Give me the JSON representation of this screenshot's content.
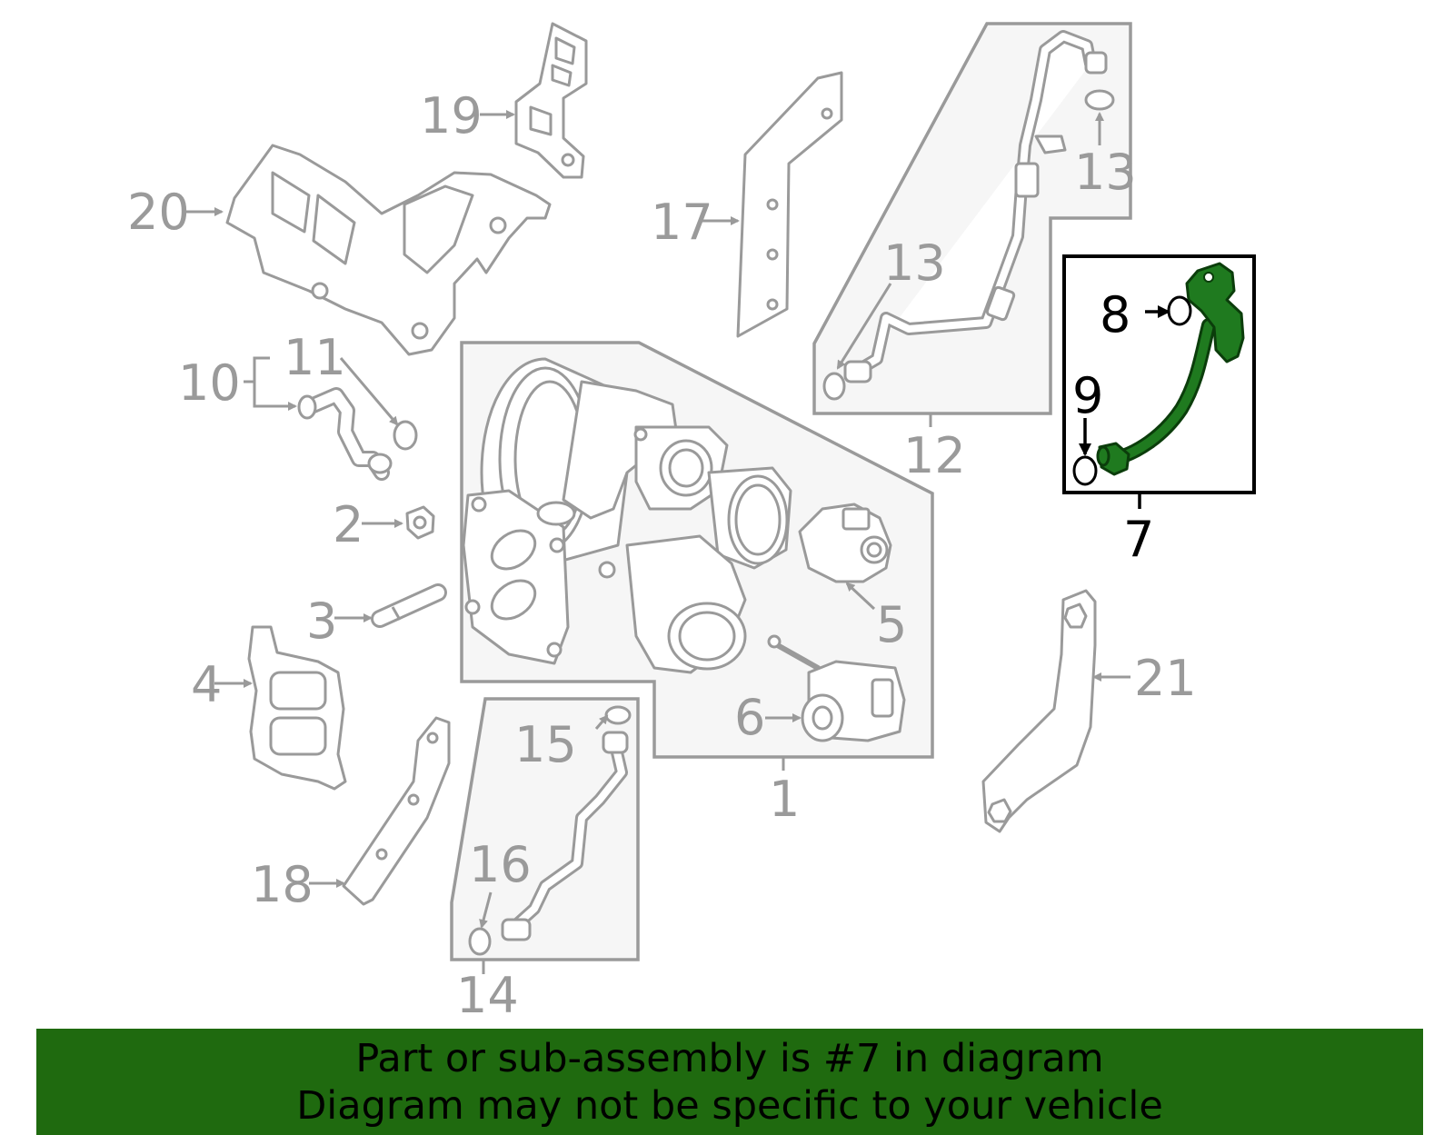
{
  "banner": {
    "line1": "Part or sub-assembly is #7 in diagram",
    "line2": "Diagram may not be specific to your vehicle"
  },
  "callouts": {
    "c1": "1",
    "c2": "2",
    "c3": "3",
    "c4": "4",
    "c5": "5",
    "c6": "6",
    "c7": "7",
    "c8": "8",
    "c9": "9",
    "c10": "10",
    "c11": "11",
    "c12": "12",
    "c13a": "13",
    "c13b": "13",
    "c14": "14",
    "c15": "15",
    "c16": "16",
    "c17": "17",
    "c18": "18",
    "c19": "19",
    "c20": "20",
    "c21": "21"
  },
  "highlighted_part": "7",
  "colors": {
    "highlight": "#1f7a1f",
    "banner": "#1f6a0f",
    "line": "#9a9a9a"
  }
}
